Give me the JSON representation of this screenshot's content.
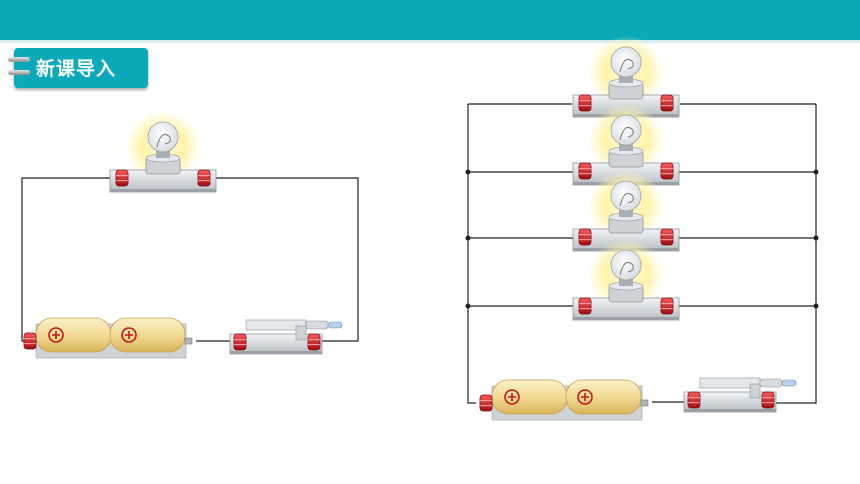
{
  "header": {
    "section_title": "新课导入",
    "tab_icon": "binder-clip-icon"
  },
  "colors": {
    "accent": "#0aa9b9",
    "wire": "#222222",
    "battery": "#f0d78f",
    "terminal": "#c4161c",
    "glow": "#fff19a"
  },
  "diagrams": [
    {
      "name": "single-bulb-circuit",
      "bulbs": 1,
      "components": [
        "bulb",
        "battery",
        "switch"
      ],
      "battery_cells": 2,
      "cell_symbol": "⊕"
    },
    {
      "name": "parallel-bulb-circuit",
      "bulbs": 4,
      "components": [
        "bulb",
        "bulb",
        "bulb",
        "bulb",
        "battery",
        "switch"
      ],
      "battery_cells": 2,
      "cell_symbol": "⊕"
    }
  ]
}
